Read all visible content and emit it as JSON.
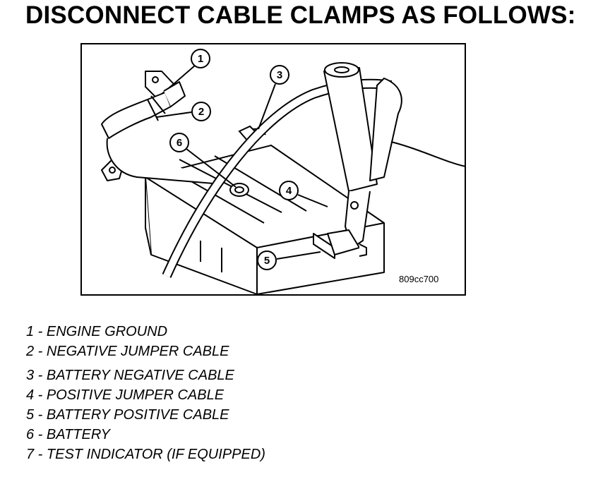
{
  "title": "DISCONNECT CABLE CLAMPS AS FOLLOWS:",
  "figure": {
    "code": "809cc700",
    "callouts": [
      "1",
      "2",
      "3",
      "4",
      "5",
      "6"
    ]
  },
  "legend": [
    "1 - ENGINE GROUND",
    "2 - NEGATIVE JUMPER CABLE",
    "3 - BATTERY NEGATIVE CABLE",
    "4 - POSITIVE JUMPER CABLE",
    "5 - BATTERY POSITIVE CABLE",
    "6 - BATTERY",
    "7 - TEST INDICATOR (IF EQUIPPED)"
  ]
}
